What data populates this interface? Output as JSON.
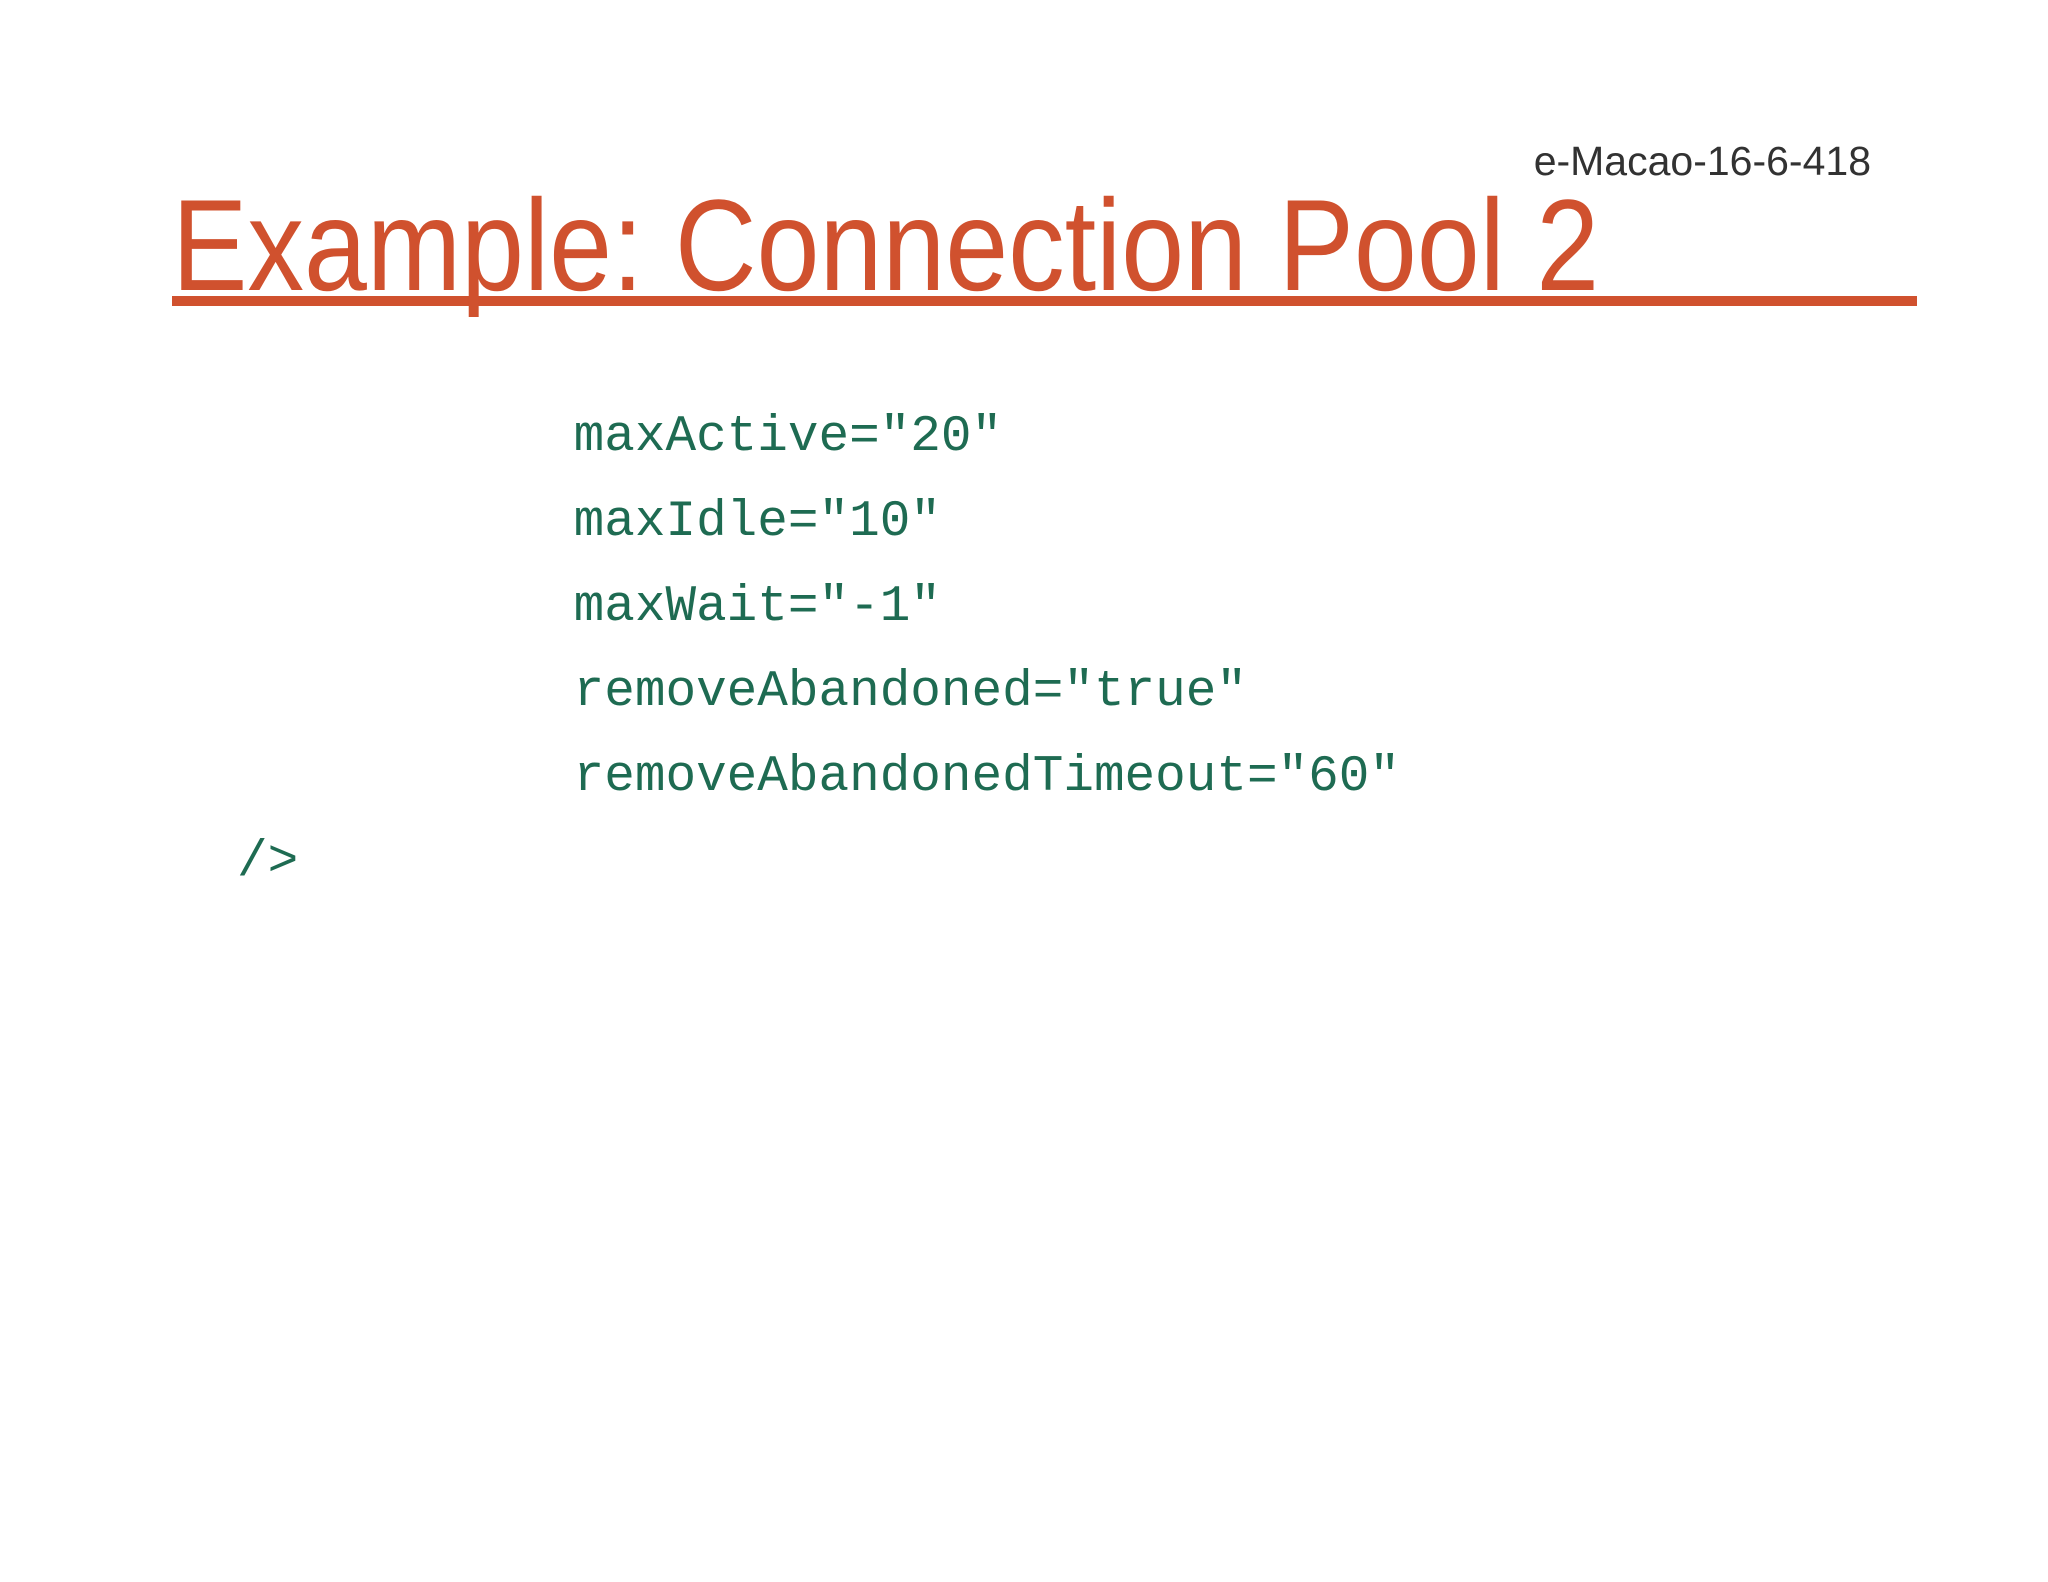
{
  "page": {
    "background_color": "#ffffff"
  },
  "header": {
    "note": "e-Macao-16-6-418",
    "note_color": "#323232"
  },
  "title": {
    "text": "Example: Connection Pool 2",
    "color": "#d0512e",
    "underline_color": "#d0512e"
  },
  "code": {
    "color": "#1e6b52",
    "lines": [
      "           maxActive=\"20\"",
      "           maxIdle=\"10\"",
      "           maxWait=\"-1\"",
      "           removeAbandoned=\"true\"",
      "           removeAbandonedTimeout=\"60\"",
      "/>"
    ]
  }
}
